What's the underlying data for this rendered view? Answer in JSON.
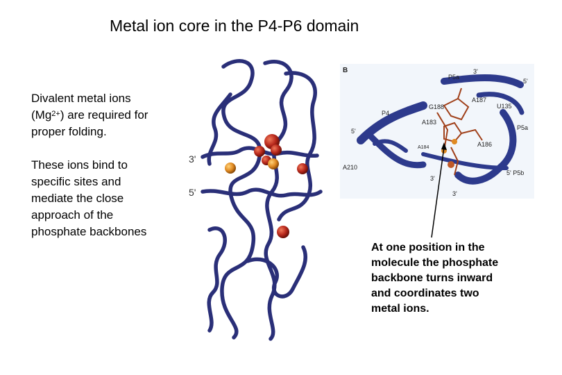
{
  "title": "Metal ion core in the  P4-P6 domain",
  "para1": {
    "line1": "Divalent metal ions",
    "ion_open": "(Mg",
    "ion_sup": "2+",
    "ion_rest": ") are required for",
    "line3": "proper folding."
  },
  "para2": [
    "These ions bind to",
    "specific sites and",
    "mediate the close",
    "approach of the",
    "phosphate backbones"
  ],
  "para3": [
    "At one position in the",
    "molecule the phosphate",
    "backbone turns inward",
    "and coordinates two",
    "metal ions."
  ],
  "left_figure": {
    "labels": {
      "three_prime": "3'",
      "five_prime": "5'"
    }
  },
  "right_figure": {
    "labels": {
      "panel": "B",
      "p5a_top": "P5a",
      "three_prime_top": "3'",
      "five_prime_right": "5'",
      "p4": "P4",
      "g188": "G188",
      "a187": "A187",
      "u135": "U135",
      "a183": "A183",
      "p5a_right": "P5a",
      "five_prime_left": "5'",
      "a186": "A186",
      "a184": "A184",
      "a210": "A210",
      "three_prime_bottom": "3'",
      "p5b": "5' P5b",
      "three_prime_lower": "3'"
    }
  },
  "colors": {
    "backbone": "#2a2f78",
    "metal_ion": "#b8281c",
    "metal_ion_gold": "#e08a22",
    "ribbon": "#2d3a8c",
    "nucleotide": "#a0401a"
  }
}
